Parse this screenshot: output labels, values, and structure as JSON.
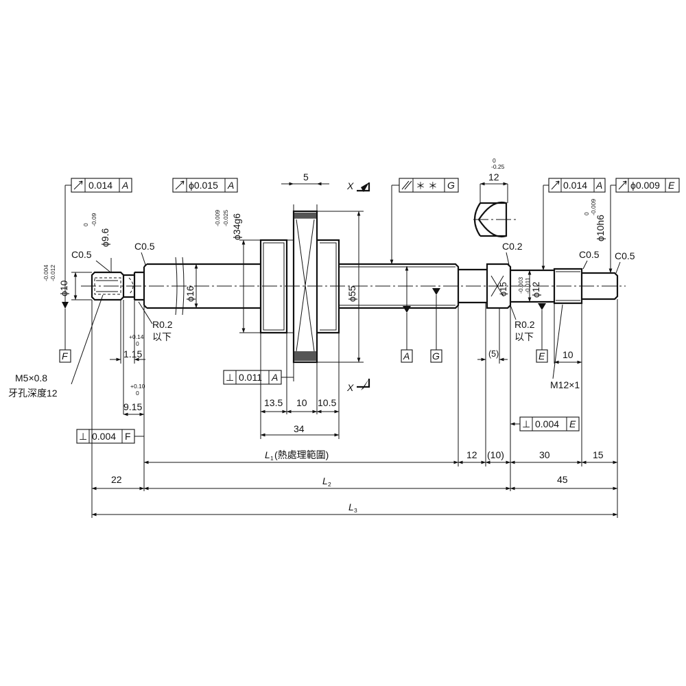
{
  "fcf": {
    "left_runout": {
      "tol": "0.014",
      "datum": "A"
    },
    "shaft_runout": {
      "tol": "ϕ0.015",
      "datum": "A"
    },
    "lead_runout": {
      "tol": "＊ ＊",
      "datum": "G"
    },
    "right_runout": {
      "tol": "0.014",
      "datum": "A"
    },
    "end_runout": {
      "tol": "ϕ0.009",
      "datum": "E"
    },
    "flange_perp": {
      "tol": "0.011",
      "datum": "A"
    },
    "left_perp": {
      "tol": "0.004",
      "datum": "F"
    },
    "right_perp": {
      "tol": "0.004",
      "datum": "E"
    }
  },
  "datums": {
    "A": "A",
    "F": "F",
    "G": "G",
    "E": "E"
  },
  "section": {
    "x": "X"
  },
  "dims": {
    "phi10": "ϕ10",
    "phi10_tol_u": "-0.004",
    "phi10_tol_l": "-0.012",
    "phi9_6": "ϕ9.6",
    "phi9_6_tol_u": "0",
    "phi9_6_tol_l": "-0.09",
    "phi34": "ϕ34g6",
    "phi34_tol_u": "-0.009",
    "phi34_tol_l": "-0.025",
    "phi16": "ϕ16",
    "phi55": "ϕ55",
    "phi15": "ϕ15",
    "phi12": "ϕ12",
    "phi12_tol_u": "-0.003",
    "phi12_tol_l": "-0.011",
    "phi10h6": "ϕ10h6",
    "phi10h6_tol_u": "0",
    "phi10h6_tol_l": "-0.009",
    "flat12": "12",
    "flat12_tol_u": "0",
    "flat12_tol_l": "-0.25",
    "five": "5",
    "d1_15": "1.15",
    "d1_15_tol_u": "+0.14",
    "d1_15_tol_l": "0",
    "d9_15": "9.15",
    "d9_15_tol_u": "+0.10",
    "d9_15_tol_l": "0",
    "d13_5": "13.5",
    "d10a": "10",
    "d10_5": "10.5",
    "d34": "34",
    "d5p": "(5)",
    "d10b": "10",
    "d22": "22",
    "d12": "12",
    "d10p": "(10)",
    "d30": "30",
    "d15": "15",
    "d45": "45",
    "L1": "L",
    "L1_sub": "1",
    "L1_note": "(熱處理範圍)",
    "L2": "L",
    "L2_sub": "2",
    "L3": "L",
    "L3_sub": "3"
  },
  "notes": {
    "c05_a": "C0.5",
    "c05_b": "C0.5",
    "c05_c": "C0.5",
    "c05_d": "C0.5",
    "c02": "C0.2",
    "r02_l": "R0.2",
    "r02_l2": "以下",
    "r02_r": "R0.2",
    "r02_r2": "以下",
    "m5": "M5×0.8",
    "m5_depth": "牙孔深度12",
    "m12": "M12×1"
  }
}
